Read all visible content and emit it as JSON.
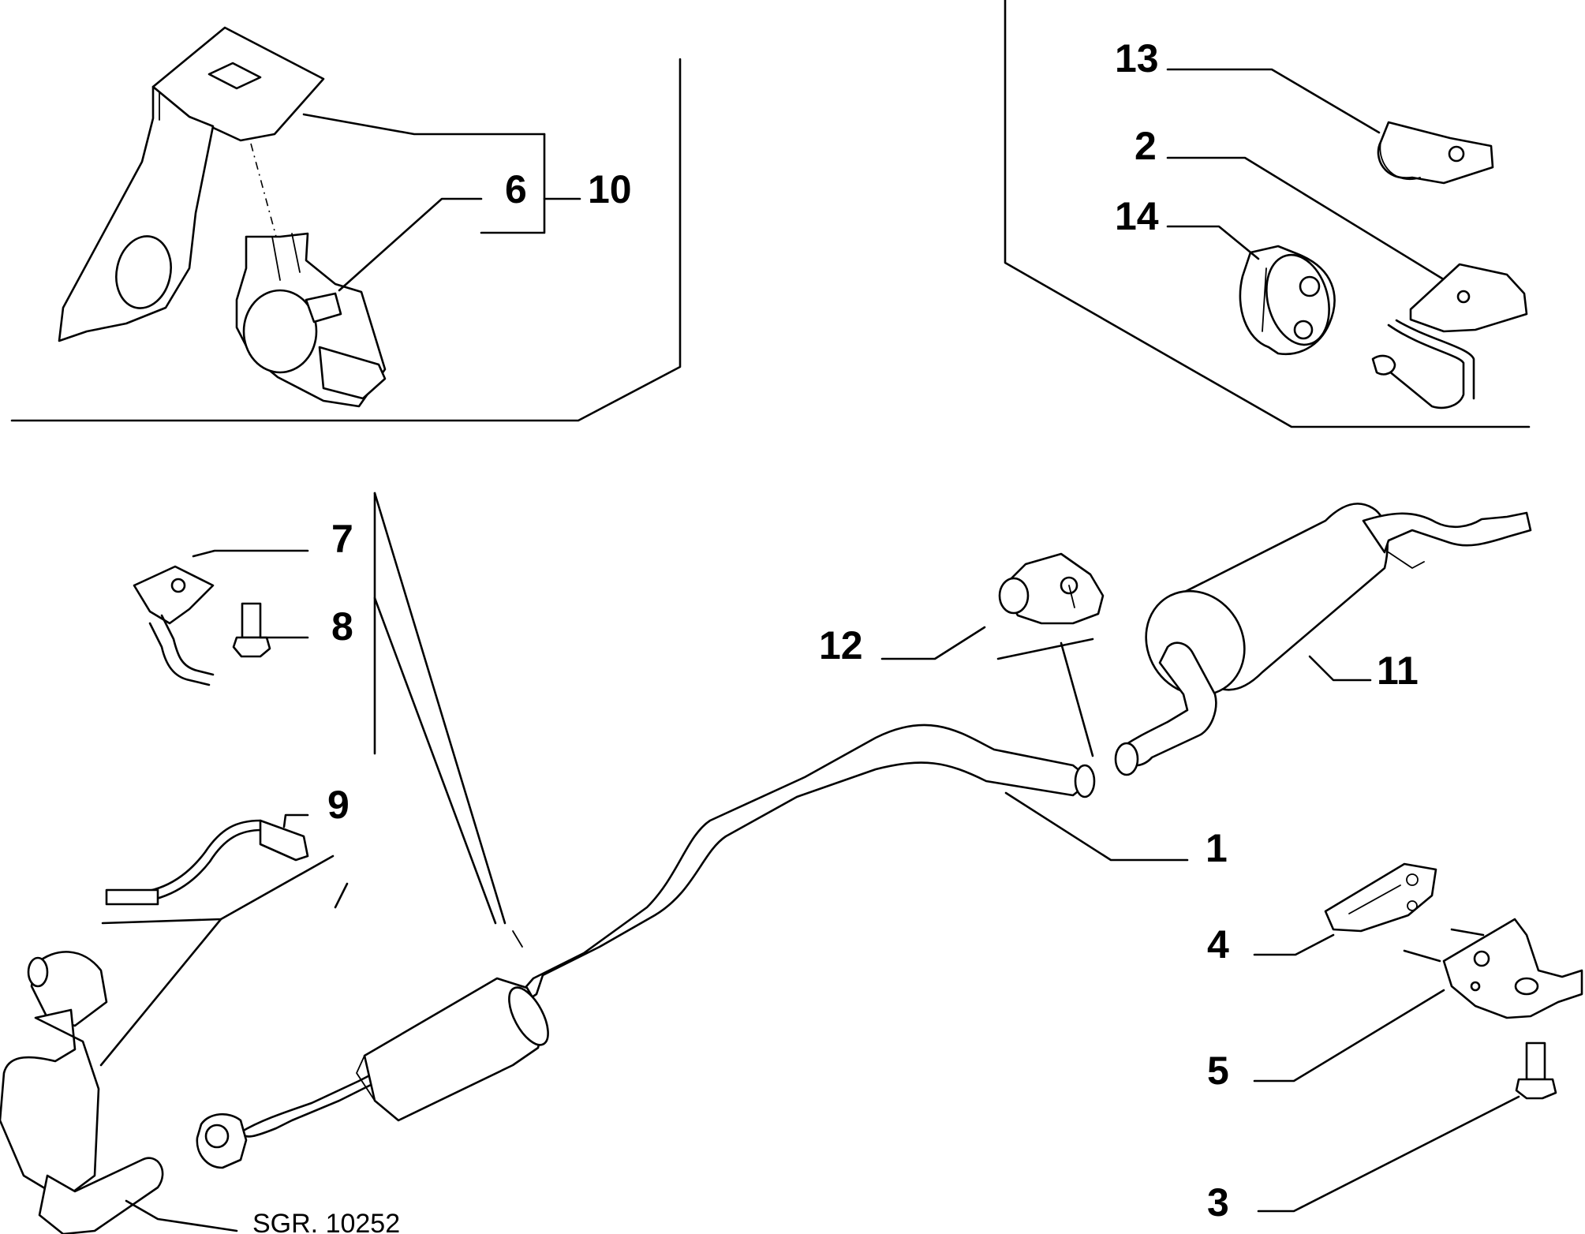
{
  "diagram": {
    "reference": "SGR. 10252",
    "callouts": {
      "c1": "1",
      "c2": "2",
      "c3": "3",
      "c4": "4",
      "c5": "5",
      "c6": "6",
      "c7": "7",
      "c8": "8",
      "c9": "9",
      "c10": "10",
      "c11": "11",
      "c12": "12",
      "c13": "13",
      "c14": "14"
    }
  }
}
